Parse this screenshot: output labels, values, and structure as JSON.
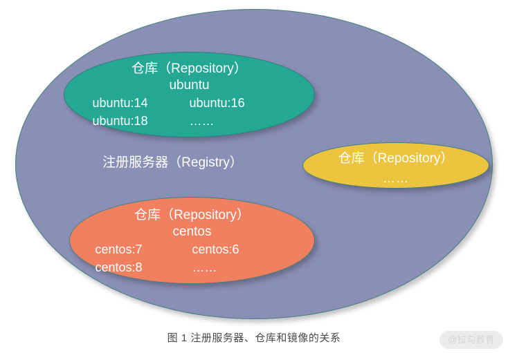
{
  "figure": {
    "caption": "图 1 注册服务器、仓库和镜像的关系",
    "watermark": "@拉勾教育"
  },
  "registry": {
    "label": "注册服务器（Registry）",
    "fill_color": "#8a8fb5",
    "text_color": "#ffffff"
  },
  "repositories": [
    {
      "id": "ubuntu",
      "title": "仓库（Repository）",
      "subtitle": "ubuntu",
      "fill_color": "#25a796",
      "text_color": "#ffffff",
      "tags": [
        [
          "ubuntu:14",
          "ubuntu:16"
        ],
        [
          "ubuntu:18",
          "……"
        ]
      ]
    },
    {
      "id": "centos",
      "title": "仓库（Repository）",
      "subtitle": "centos",
      "fill_color": "#f08060",
      "text_color": "#ffffff",
      "tags": [
        [
          "centos:7",
          "centos:6"
        ],
        [
          "centos:8",
          "……"
        ]
      ]
    },
    {
      "id": "empty",
      "title": "仓库（Repository）",
      "subtitle": "",
      "fill_color": "#edc43f",
      "text_color": "#ffffff",
      "dots": "……"
    }
  ]
}
